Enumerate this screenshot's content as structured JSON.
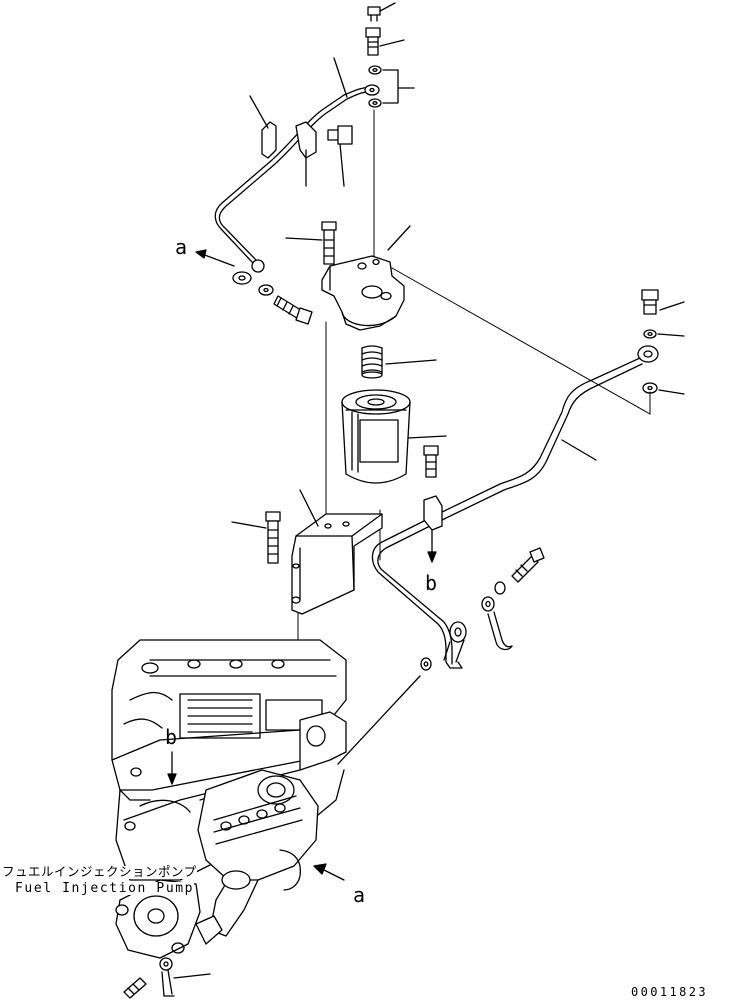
{
  "diagram": {
    "type": "exploded parts drawing",
    "line_color": "#000000",
    "background": "#ffffff"
  },
  "labels": {
    "ref_a_top": "a",
    "ref_b_center": "b",
    "ref_b_left": "b",
    "ref_a_bottom": "a",
    "pump_name_jp": "フュエルインジェクションポンプ",
    "pump_name_en": "Fuel Injection Pump",
    "drawing_number": "00011823"
  }
}
